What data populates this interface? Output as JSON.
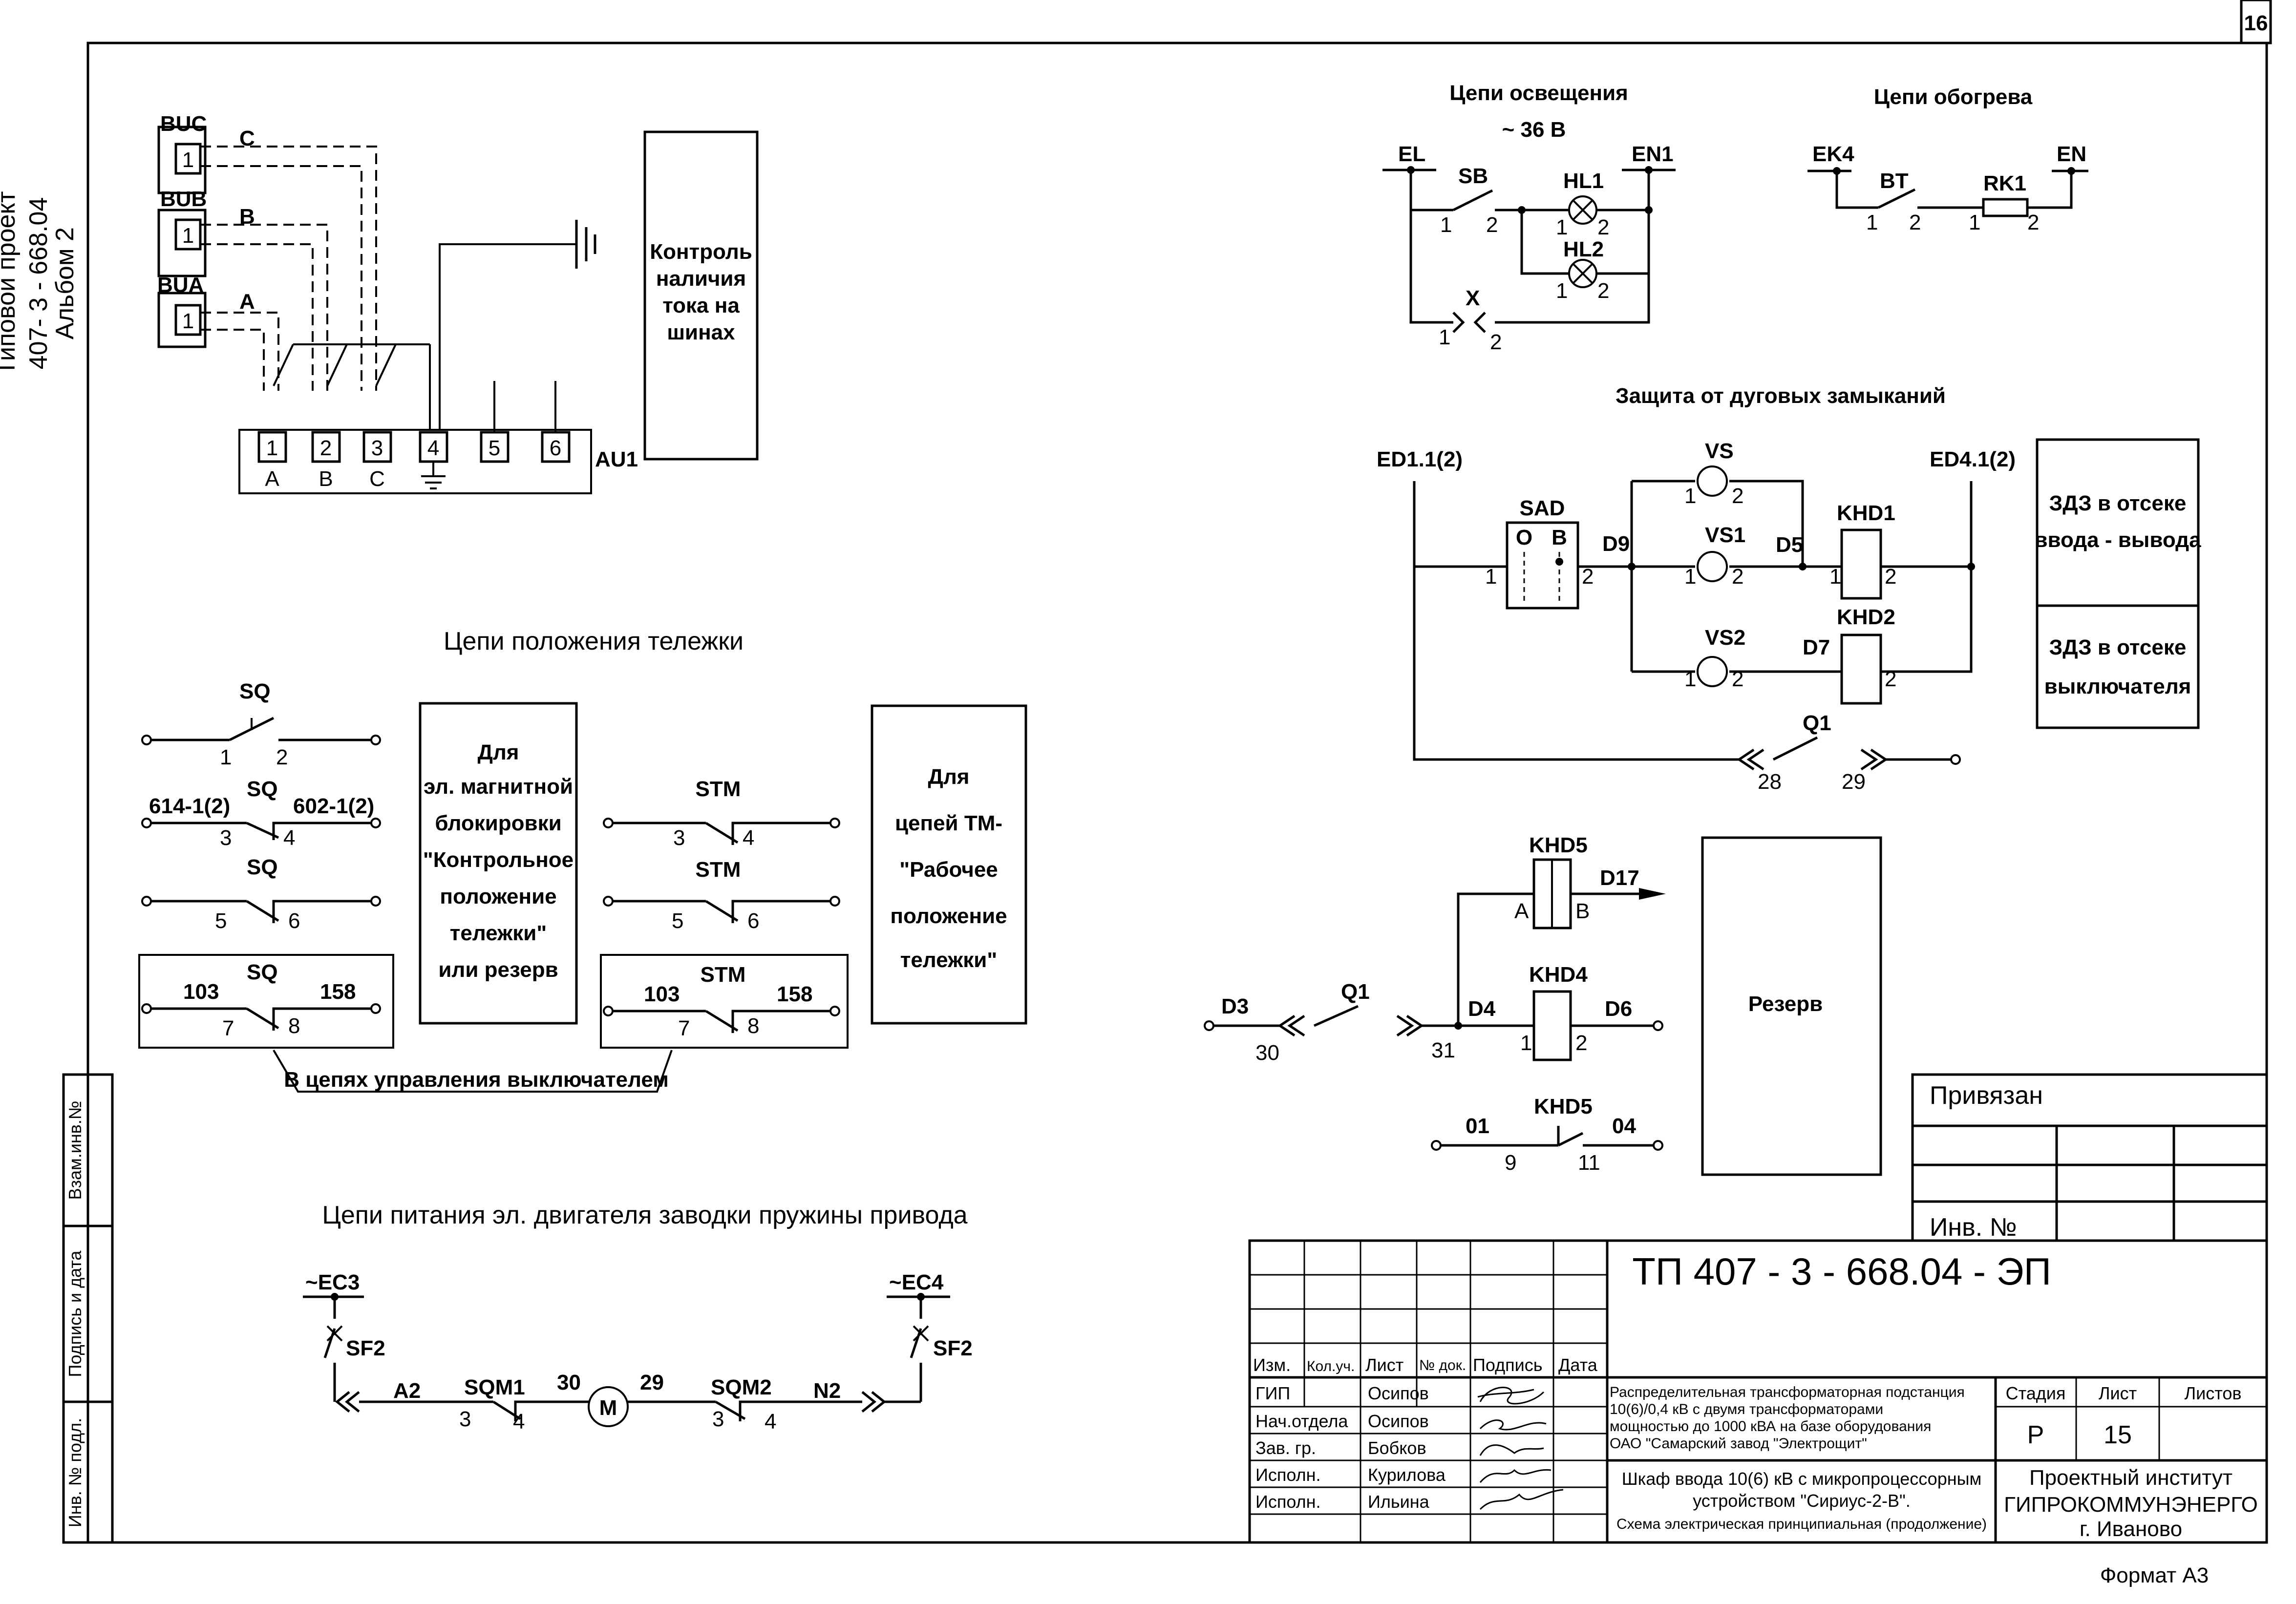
{
  "sheet_number": "16",
  "side_project": [
    "Типовой проект",
    "407- 3 - 668.04",
    "Альбом 2"
  ],
  "side_stamps": [
    "Взам.инв.№",
    "Подпись и дата",
    "Инв. № подл."
  ],
  "format": "Формат А3",
  "blocks": {
    "current_sensing": {
      "sensors": [
        "BUC",
        "BUB",
        "BUA"
      ],
      "sensor_pin": "1",
      "phases": [
        "C",
        "B",
        "A"
      ],
      "terminals": [
        "1",
        "2",
        "3",
        "4",
        "5",
        "6"
      ],
      "terminal_phase_labels": [
        "A",
        "B",
        "C"
      ],
      "device": "AU1",
      "description": [
        "Контроль",
        "наличия",
        "тока на",
        "шинах"
      ]
    },
    "lighting": {
      "title": "Цепи освещения",
      "voltage": "~ 36 В",
      "left_bus": "EL",
      "right_bus": "EN1",
      "switch": "SB",
      "lamp1": "HL1",
      "lamp2": "HL2",
      "connector": "X",
      "pin1": "1",
      "pin2": "2"
    },
    "heating": {
      "title": "Цепи обогрева",
      "left_bus": "EK4",
      "right_bus": "EN",
      "thermostat": "BT",
      "resistor": "RK1"
    },
    "arc_protection": {
      "title": "Защита от дуговых замыканий",
      "left_bus": "ED1.1(2)",
      "right_bus": "ED4.1(2)",
      "switch": "SAD",
      "switch_o": "О",
      "switch_b": "В",
      "sensors": [
        "VS",
        "VS1",
        "VS2"
      ],
      "nodes": [
        "D9",
        "D5",
        "D7"
      ],
      "relays": [
        "KHD1",
        "KHD2"
      ],
      "breaker": "Q1",
      "breaker_pins": [
        "28",
        "29"
      ],
      "zone1": [
        "ЗДЗ в  отсеке",
        "ввода - вывода"
      ],
      "zone2": [
        "ЗДЗ в  отсеке",
        "выключателя"
      ]
    },
    "relay_block": {
      "relay_khd5": "KHD5",
      "relay_khd4": "KHD4",
      "terminal_a": "A",
      "terminal_b": "B",
      "out_d17": "D17",
      "in_d3": "D3",
      "breaker": "Q1",
      "breaker_pins": [
        "30",
        "31"
      ],
      "node_d4": "D4",
      "out_d6": "D6",
      "contact_left": "01",
      "contact_right": "04",
      "contact_pins": [
        "9",
        "11"
      ],
      "reserve": "Резерв"
    },
    "trolley": {
      "title": "Цепи положения тележки",
      "sq": "SQ",
      "stm": "STM",
      "wires": [
        "614-1(2)",
        "602-1(2)",
        "103",
        "158"
      ],
      "pins": [
        "1",
        "2",
        "3",
        "4",
        "5",
        "6",
        "7",
        "8"
      ],
      "box1": [
        "Для",
        "эл. магнитной",
        "блокировки",
        "\"Контрольное",
        "положение",
        "тележки\"",
        "или резерв"
      ],
      "box2": [
        "Для",
        "цепей ТМ-",
        "\"Рабочее",
        "положение",
        "тележки\""
      ],
      "callout": "В цепях управления выключателем"
    },
    "motor": {
      "title": "Цепи питания эл. двигателя заводки пружины привода",
      "left_bus": "~EC3",
      "right_bus": "~EC4",
      "breaker": "SF2",
      "left_wire": "A2",
      "right_wire": "N2",
      "limit1": "SQM1",
      "limit2": "SQM2",
      "node_left": "30",
      "node_right": "29",
      "motor": "M"
    }
  },
  "title_block": {
    "bound": "Привязан",
    "inv_no": "Инв. №",
    "designation": "ТП  407 - 3 - 668.04 - ЭП",
    "col_headers": [
      "Изм.",
      "Кол.уч.",
      "Лист",
      "№ док.",
      "Подпись",
      "Дата"
    ],
    "roles": [
      "ГИП",
      "Нач.отдела",
      "Зав. гр.",
      "Исполн.",
      "Исполн."
    ],
    "names": [
      "Осипов",
      "Осипов",
      "Бобков",
      "Курилова",
      "Ильина"
    ],
    "object_desc": [
      "Распределительная трансформаторная подстанция",
      "10(6)/0,4 кВ с двумя трансформаторами",
      "мощностью до 1000 кВА на базе оборудования",
      "ОАО \"Самарский завод \"Электрощит\""
    ],
    "doc_desc": [
      "Шкаф ввода 10(6) кВ с микропроцессорным",
      "устройством \"Сириус-2-В\".",
      "Схема электрическая принципиальная (продолжение)"
    ],
    "stage_label": "Стадия",
    "sheet_label": "Лист",
    "sheets_label": "Листов",
    "stage": "Р",
    "sheet": "15",
    "org": [
      "Проектный институт",
      "ГИПРОКОММУНЭНЕРГО",
      "г. Иваново"
    ]
  }
}
